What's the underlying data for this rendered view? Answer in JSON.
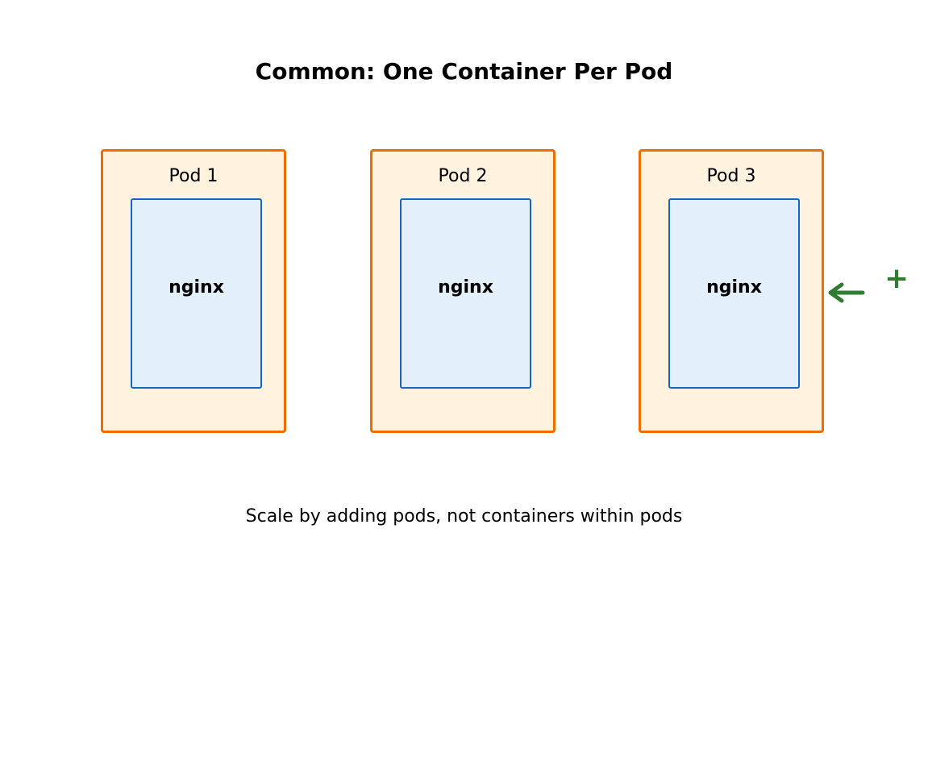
{
  "title": "Common: One Container Per Pod",
  "pods": [
    {
      "label": "Pod 1",
      "container": "nginx"
    },
    {
      "label": "Pod 2",
      "container": "nginx"
    },
    {
      "label": "Pod 3",
      "container": "nginx"
    }
  ],
  "add_indicator": {
    "symbol": "+",
    "icon": "arrow-left-icon"
  },
  "caption": "Scale by adding pods, not containers within pods",
  "colors": {
    "pod_border": "#ef6c00",
    "pod_fill": "#fff2df",
    "container_border": "#1565c0",
    "container_fill": "#e3f0fb",
    "accent": "#2e7d32"
  }
}
